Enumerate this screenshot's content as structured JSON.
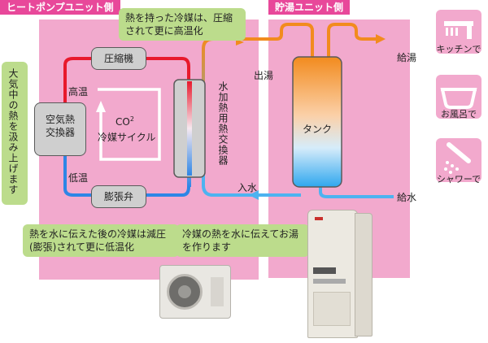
{
  "sections": {
    "heat_pump_tab": "ヒートポンプユニット側",
    "storage_tab": "貯湯ユニット側"
  },
  "labels": {
    "compressor": "圧縮機",
    "expansion_valve": "膨張弁",
    "air_hx": "空気熱交換器",
    "water_hx": "水加熱用熱交換器",
    "cycle_line1": "CO",
    "cycle_sup": "2",
    "cycle_line2": "冷媒サイクル",
    "high_temp": "高温",
    "low_temp": "低温",
    "tank": "タンク",
    "hot_out": "出湯",
    "water_in": "入水",
    "hot_supply": "給湯",
    "water_supply": "給水",
    "air_heat": "大気中の熱を汲み上げます"
  },
  "bubbles": {
    "top": "熱を持った冷媒は、圧縮されて更に高温化",
    "bottom_left": "熱を水に伝えた後の冷媒は減圧(膨張)されて更に低温化",
    "bottom_right": "冷媒の熱を水に伝えてお湯を作ります"
  },
  "uses": [
    "キッチンで",
    "お風呂で",
    "シャワーで"
  ],
  "colors": {
    "zone_pink": "#f2a9cd",
    "tab_pink": "#e8489a",
    "bubble_green": "#bcdc8c",
    "hot_red": "#e8192c",
    "cold_blue": "#2e86e6",
    "hot_orange": "#f28b1e",
    "cold_lightblue": "#4db3f0"
  },
  "icons": [
    "kitchen-faucet-icon",
    "bathtub-icon",
    "shower-icon",
    "outdoor-unit-image",
    "storage-tank-unit-image"
  ]
}
